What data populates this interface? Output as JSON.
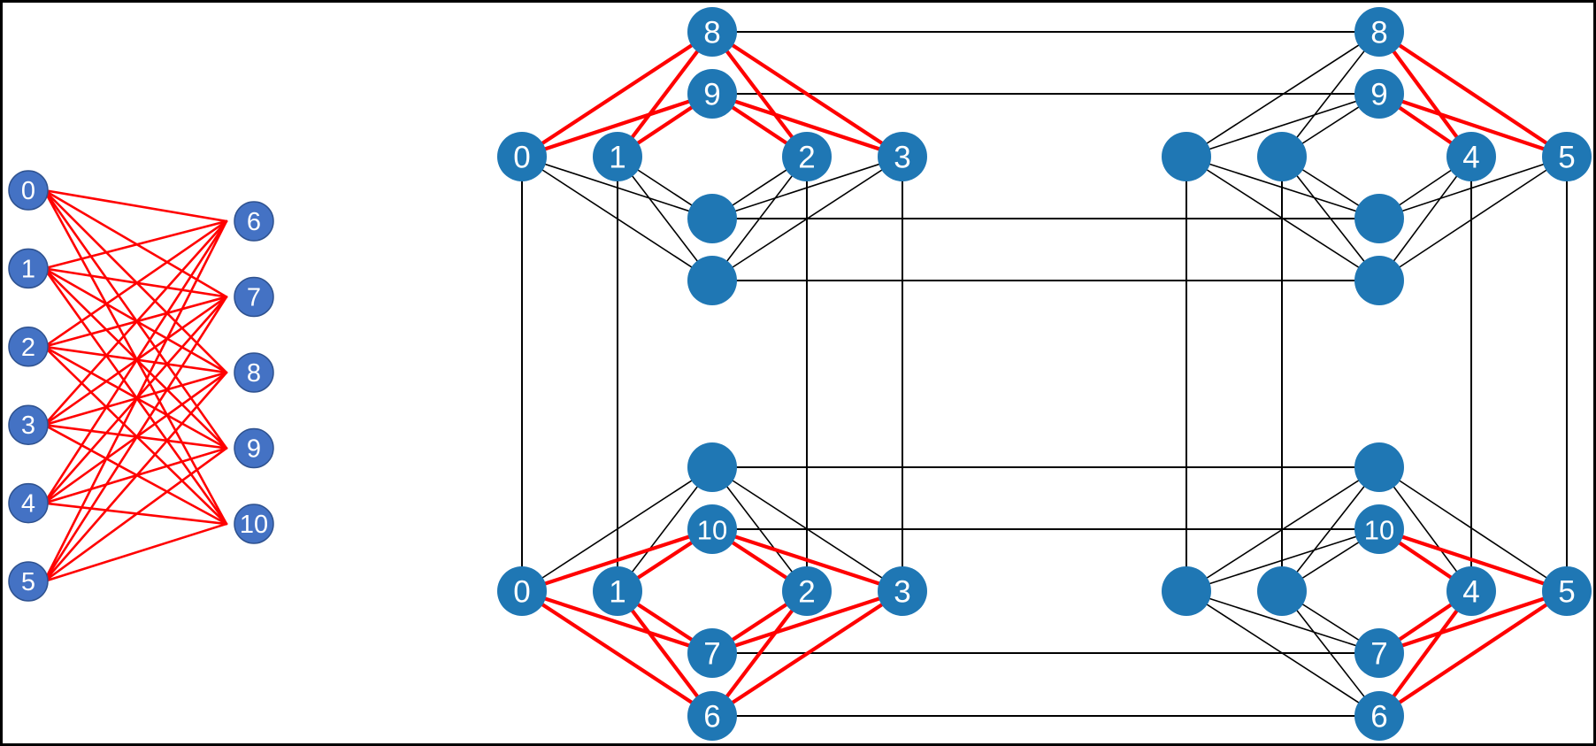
{
  "colors": {
    "bipartite_node": "#4472c4",
    "bipartite_node_stroke": "#2f528f",
    "lattice_node": "#1f77b4",
    "coupler_edge": "#ff0000",
    "lattice_edge": "#000000",
    "label": "#ffffff"
  },
  "bipartite": {
    "left_nodes": [
      "0",
      "1",
      "2",
      "3",
      "4",
      "5"
    ],
    "right_nodes": [
      "6",
      "7",
      "8",
      "9",
      "10"
    ],
    "edges": "complete"
  },
  "lattice": {
    "cells": [
      {
        "id": "top-left",
        "outer_left": "0",
        "inner_left": "1",
        "inner_right": "2",
        "outer_right": "3",
        "top": "8",
        "upper": "9",
        "lower": "",
        "bottom": "",
        "highlight_from": [
          "0",
          "1",
          "2",
          "3"
        ],
        "highlight_to": [
          "top",
          "upper"
        ]
      },
      {
        "id": "top-right",
        "outer_left": "",
        "inner_left": "",
        "inner_right": "4",
        "outer_right": "5",
        "top": "8",
        "upper": "9",
        "lower": "",
        "bottom": "",
        "highlight_from": [
          "4",
          "5"
        ],
        "highlight_to": [
          "top",
          "upper"
        ]
      },
      {
        "id": "bottom-left",
        "outer_left": "0",
        "inner_left": "1",
        "inner_right": "2",
        "outer_right": "3",
        "top": "",
        "upper": "10",
        "lower": "7",
        "bottom": "6",
        "highlight_from": [
          "0",
          "1",
          "2",
          "3"
        ],
        "highlight_to": [
          "upper",
          "lower",
          "bottom"
        ]
      },
      {
        "id": "bottom-right",
        "outer_left": "",
        "inner_left": "",
        "inner_right": "4",
        "outer_right": "5",
        "top": "",
        "upper": "10",
        "lower": "7",
        "bottom": "6",
        "highlight_from": [
          "4",
          "5"
        ],
        "highlight_to": [
          "upper",
          "lower",
          "bottom"
        ]
      }
    ]
  }
}
